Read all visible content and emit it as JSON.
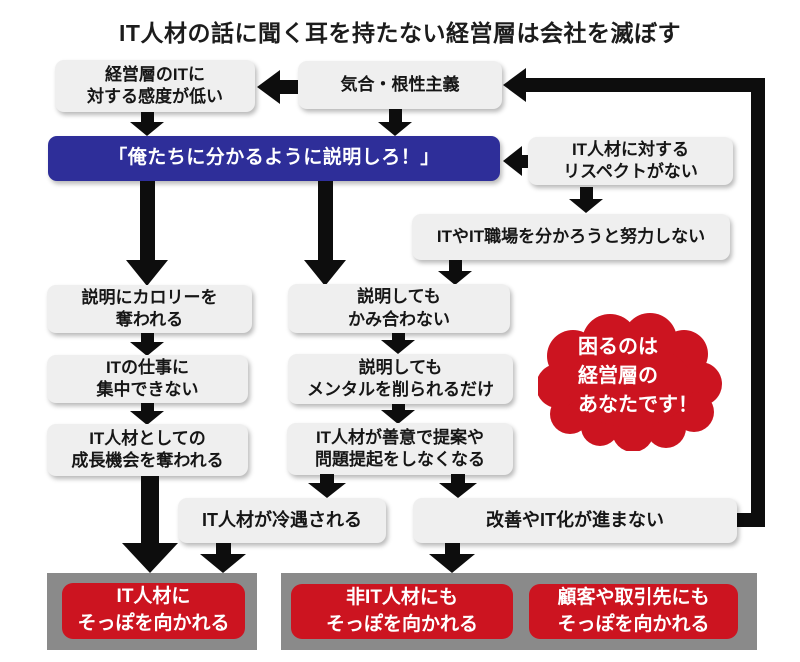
{
  "title": "IT人材の話に聞く耳を持たない経営層は会社を滅ぼす",
  "colors": {
    "box_bg": "#efefef",
    "demand_blue": "#2e2e99",
    "alert_red": "#cc1420",
    "container_gray": "#8a8a8a",
    "arrow_black": "#0d0d0d"
  },
  "boxes": {
    "low_it_sensitivity": "経営層のITに\n対する感度が低い",
    "guts_ism": "気合・根性主義",
    "explain_demand": "「俺たちに分かるように説明しろ！」",
    "no_respect": "IT人材に対する\nリスペクトがない",
    "no_effort": "ITやIT職場を分かろうと努力しない",
    "calorie_drain": "説明にカロリーを\n奪われる",
    "cannot_focus": "ITの仕事に\n集中できない",
    "lost_growth": "IT人材としての\n成長機会を奪われる",
    "talk_mismatch": "説明しても\nかみ合わない",
    "mental_drain": "説明しても\nメンタルを削られるだけ",
    "no_proposals": "IT人材が善意で提案や\n問題提起をしなくなる",
    "cold_treatment": "IT人材が冷遇される",
    "no_improvement": "改善やIT化が進まない",
    "callout": "困るのは\n経営層の\nあなたです！",
    "it_turn_away": "IT人材に\nそっぽを向かれる",
    "non_it_turn_away": "非IT人材にも\nそっぽを向かれる",
    "customers_turn_away": "顧客や取引先にも\nそっぽを向かれる"
  }
}
